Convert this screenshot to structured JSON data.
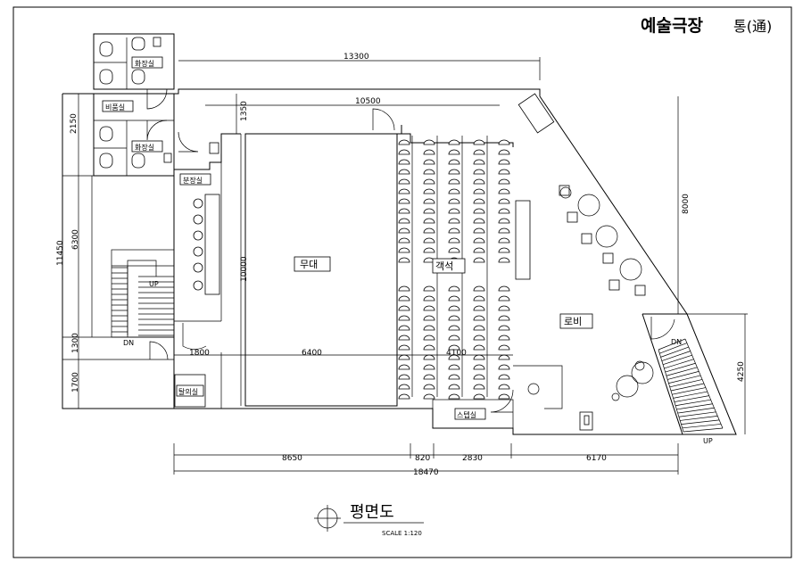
{
  "title": {
    "main": "예술극장",
    "sub": "통(通)"
  },
  "plan_title": "평면도",
  "scale": "SCALE 1:120",
  "rooms": {
    "toilet_top": "화장실",
    "toilet_bottom": "화장실",
    "storage": "비품실",
    "dressing": "분장실",
    "stage": "무대",
    "seats": "객석",
    "lobby": "로비",
    "office": "탈의실",
    "studio": "스텝실"
  },
  "dimensions": {
    "top_13300": "13300",
    "top_10500": "10500",
    "top_1350": "1350",
    "left_2150": "2150",
    "left_11450": "11450",
    "left_6300": "6300",
    "left_1300": "1300",
    "left_1700": "1700",
    "stage_10000": "10000",
    "mid_1800": "1800",
    "mid_6400": "6400",
    "mid_4100": "4100",
    "right_8000": "8000",
    "right_4250": "4250",
    "bottom_8650": "8650",
    "bottom_820": "820",
    "bottom_2830": "2830",
    "bottom_6170": "6170",
    "bottom_18470": "18470"
  },
  "stair_labels": {
    "left_up": "UP",
    "left_dn": "DN",
    "right_dn": "DN",
    "right_up": "UP"
  }
}
